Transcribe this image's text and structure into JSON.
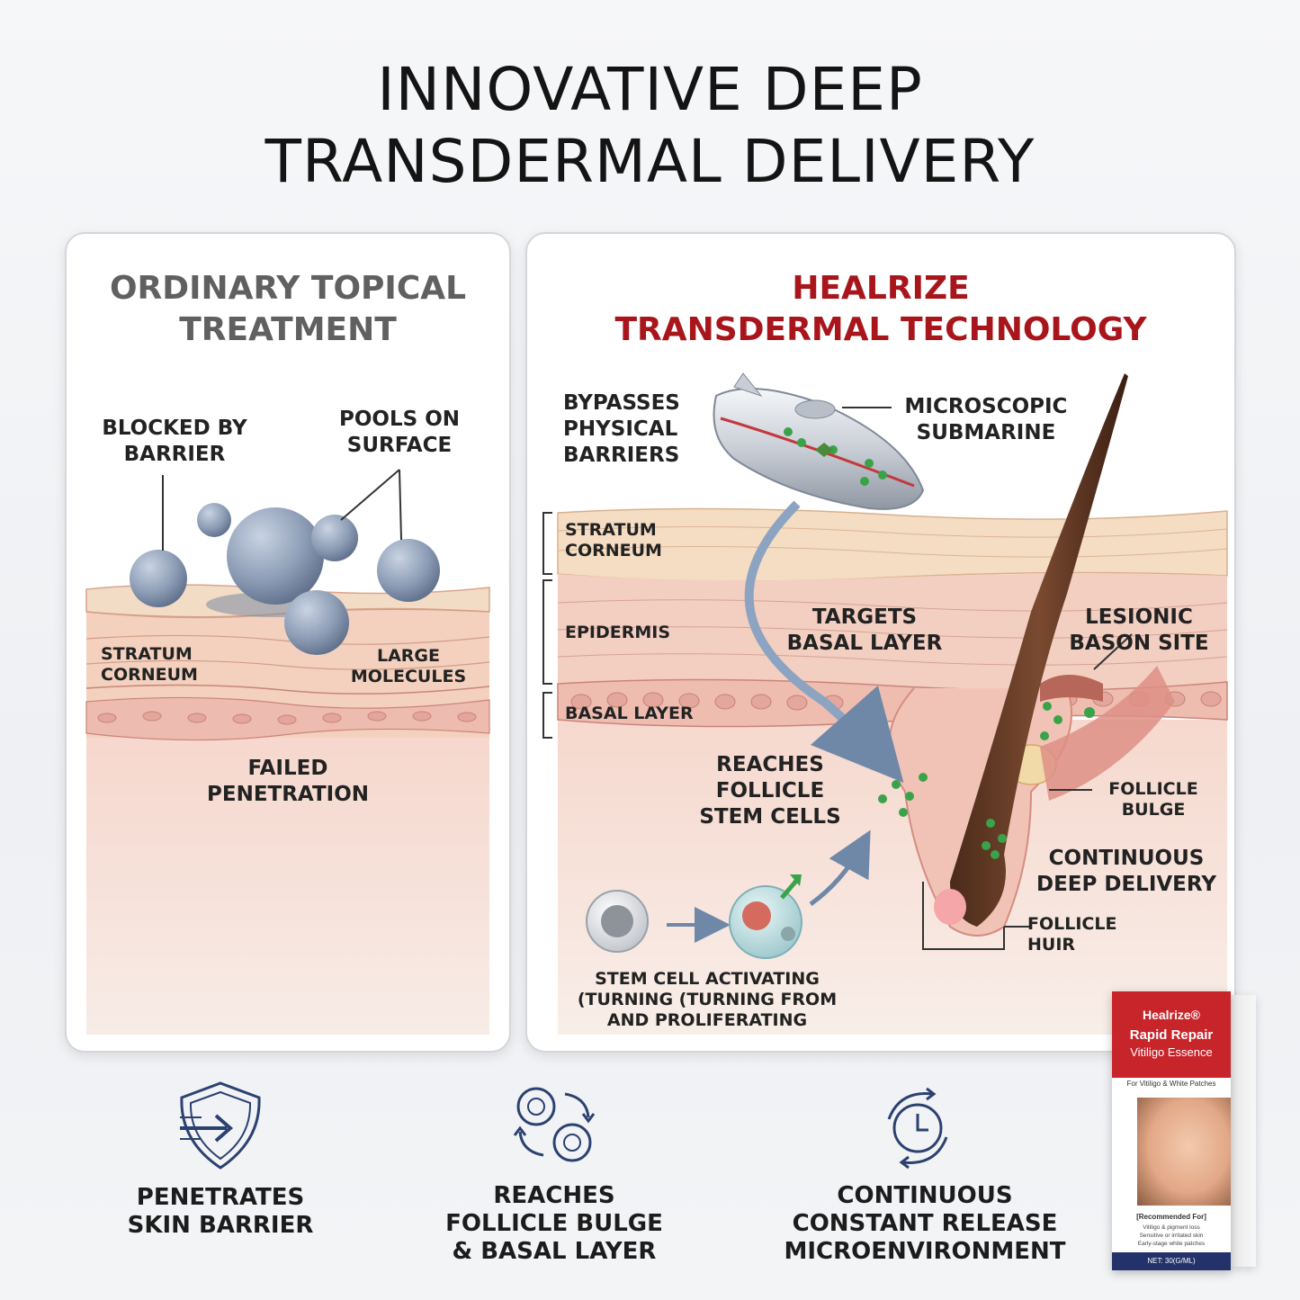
{
  "title": {
    "line1": "INNOVATIVE DEEP",
    "line2": "TRANSDERMAL DELIVERY"
  },
  "left_panel": {
    "title_line1": "ORDINARY TOPICAL",
    "title_line2": "TREATMENT",
    "labels": {
      "blocked_line1": "BLOCKED BY",
      "blocked_line2": "BARRIER",
      "pools_line1": "POOLS ON",
      "pools_line2": "SURFACE",
      "stratum_line1": "STRATUM",
      "stratum_line2": "CORNEUM",
      "large_line1": "LARGE",
      "large_line2": "MOLECULES",
      "failed_line1": "FAILED",
      "failed_line2": "PENETRATION"
    }
  },
  "right_panel": {
    "title_line1": "HEALRIZE",
    "title_line2": "TRANSDERMAL TECHNOLOGY",
    "title_color": "#a8161c",
    "labels": {
      "bypass_line1": "BYPASSES",
      "bypass_line2": "PHYSICAL",
      "bypass_line3": "BARRIERS",
      "sub_line1": "MICROSCOPIC",
      "sub_line2": "SUBMARINE",
      "stratum_line1": "STRATUM",
      "stratum_line2": "CORNEUM",
      "epidermis": "EPIDERMIS",
      "basal": "BASAL LAYER",
      "targets_line1": "TARGETS",
      "targets_line2": "BASAL LAYER",
      "lesionic_line1": "LESIONIC",
      "lesionic_line2": "BASON SITE",
      "reaches_line1": "REACHES",
      "reaches_line2": "FOLLICLE",
      "reaches_line3": "STEM CELLS",
      "bulge_line1": "FOLLICLE",
      "bulge_line2": "BULGE",
      "continuous_line1": "CONTINUOUS",
      "continuous_line2": "DEEP DELIVERY",
      "huir_line1": "FOLLICLE",
      "huir_line2": "HUIR",
      "stem_line1": "STEM CELL ACTIVATING",
      "stem_line2": "(TURNING (TURNING FROM",
      "stem_line3": "AND PROLIFERATING"
    }
  },
  "features": [
    {
      "icon": "shield-arrow-icon",
      "line1": "PENETRATES",
      "line2": "SKIN BARRIER"
    },
    {
      "icon": "cells-cycle-icon",
      "line1": "REACHES",
      "line2": "FOLLICLE BULGE",
      "line3": "& BASAL LAYER"
    },
    {
      "icon": "clock-cycle-icon",
      "line1": "CONTINUOUS",
      "line2": "CONSTANT RELEASE",
      "line3": "MICROENVIRONMENT"
    }
  ],
  "product": {
    "brand": "Healrize®",
    "name": "Rapid Repair",
    "subname": "Vitiligo Essence",
    "tagline": "For Vitiligo & White Patches",
    "recommended": "[Recommended For]",
    "rec_items": [
      "Vitiligo & pigment loss",
      "Sensitive or irritated skin",
      "Early-stage white patches"
    ],
    "net": "NET: 30(G/ML)"
  },
  "colors": {
    "skin_top": "#f3dcc4",
    "skin_mid": "#f2c9bd",
    "molecule": "#8a9bb4",
    "accent_red": "#a8161c",
    "icon_blue": "#2b4170"
  }
}
